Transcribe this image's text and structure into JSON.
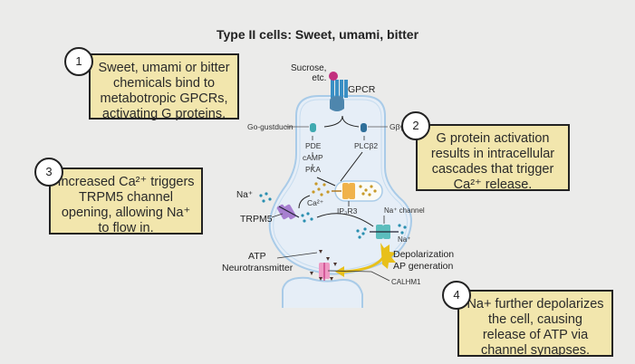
{
  "title": "Type II cells: Sweet, umami, bitter",
  "steps": [
    {
      "number": "1",
      "text_lines": [
        "Sweet, umami or bitter",
        "chemicals bind to",
        "metabotropic GPCRs,",
        "activating G proteins."
      ]
    },
    {
      "number": "2",
      "text_lines": [
        "G protein activation",
        "results in intracellular",
        "cascades that trigger",
        "Ca²⁺ release."
      ]
    },
    {
      "number": "3",
      "text_lines": [
        "Increased Ca²⁺ triggers",
        "TRPM5 channel",
        "opening, allowing Na⁺",
        "to flow in."
      ]
    },
    {
      "number": "4",
      "text_lines": [
        "Na+ further depolarizes",
        "the cell, causing",
        "release of ATP via",
        "channel synapses."
      ]
    }
  ],
  "labels": {
    "sucrose_1": "Sucrose,",
    "sucrose_2": "etc.",
    "gpcr": "GPCR",
    "go_gustducin": "Go-gustducin",
    "gby": "Gβγ",
    "pde": "PDE",
    "camp": "cAMP",
    "pka": "PKA",
    "plcb2": "PLCβ2",
    "ca": "Ca²⁺",
    "ip3r3": "IP₃R3",
    "na_left": "Na⁺",
    "trpm5": "TRPM5",
    "na_channel": "Na⁺ channel",
    "na_right": "Na⁺",
    "depolarization": "Depolarization",
    "ap_generation": "AP generation",
    "atp": "ATP",
    "neurotransmitter": "Neurotransmitter",
    "calhm1": "CALHM1"
  },
  "colors": {
    "background": "#ebebea",
    "box_fill": "#f2e6ad",
    "cell_fill": "#e6eef7",
    "cell_border": "#a9cbe8",
    "gpcr": "#3a8fc4",
    "ligand": "#c2307e",
    "ip3r3": "#f0b24a",
    "trpm5": "#a77fd0",
    "na_channel": "#5bbdbd",
    "calhm1": "#ee9ac4",
    "calcium_dot": "#c89a2a",
    "sodium_dot": "#2a8fb0",
    "depol": "#e8c01a"
  }
}
